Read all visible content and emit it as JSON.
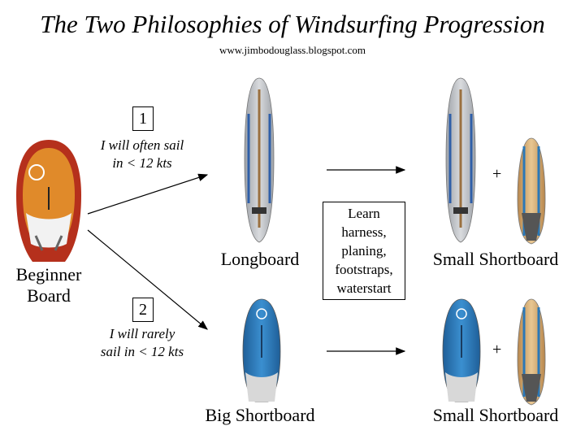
{
  "title": "The Two Philosophies of Windsurfing Progression",
  "subtitle": "www.jimbodouglass.blogspot.com",
  "boards": {
    "beginner": "Beginner Board",
    "longboard": "Longboard",
    "big_shortboard": "Big Shortboard",
    "small_shortboard_top": "Small Shortboard",
    "small_shortboard_bottom": "Small Shortboard"
  },
  "paths": [
    {
      "number": "1",
      "text_line1": "I will often sail",
      "text_line2": "in < 12 kts"
    },
    {
      "number": "2",
      "text_line1": "I will rarely",
      "text_line2": "sail in < 12 kts"
    }
  ],
  "learn_box": {
    "line1": "Learn",
    "line2": "harness,",
    "line3": "planing,",
    "line4": "footstraps,",
    "line5": "waterstart"
  },
  "plus_sign": "+",
  "colors": {
    "beginner_red": "#b5301c",
    "beginner_orange": "#e08a2a",
    "longboard_grey": "#b9bcc0",
    "pattern_blue": "#2f5fa8",
    "shortboard_blue": "#2a78b8",
    "shortboard_tan": "#d9b07a"
  }
}
